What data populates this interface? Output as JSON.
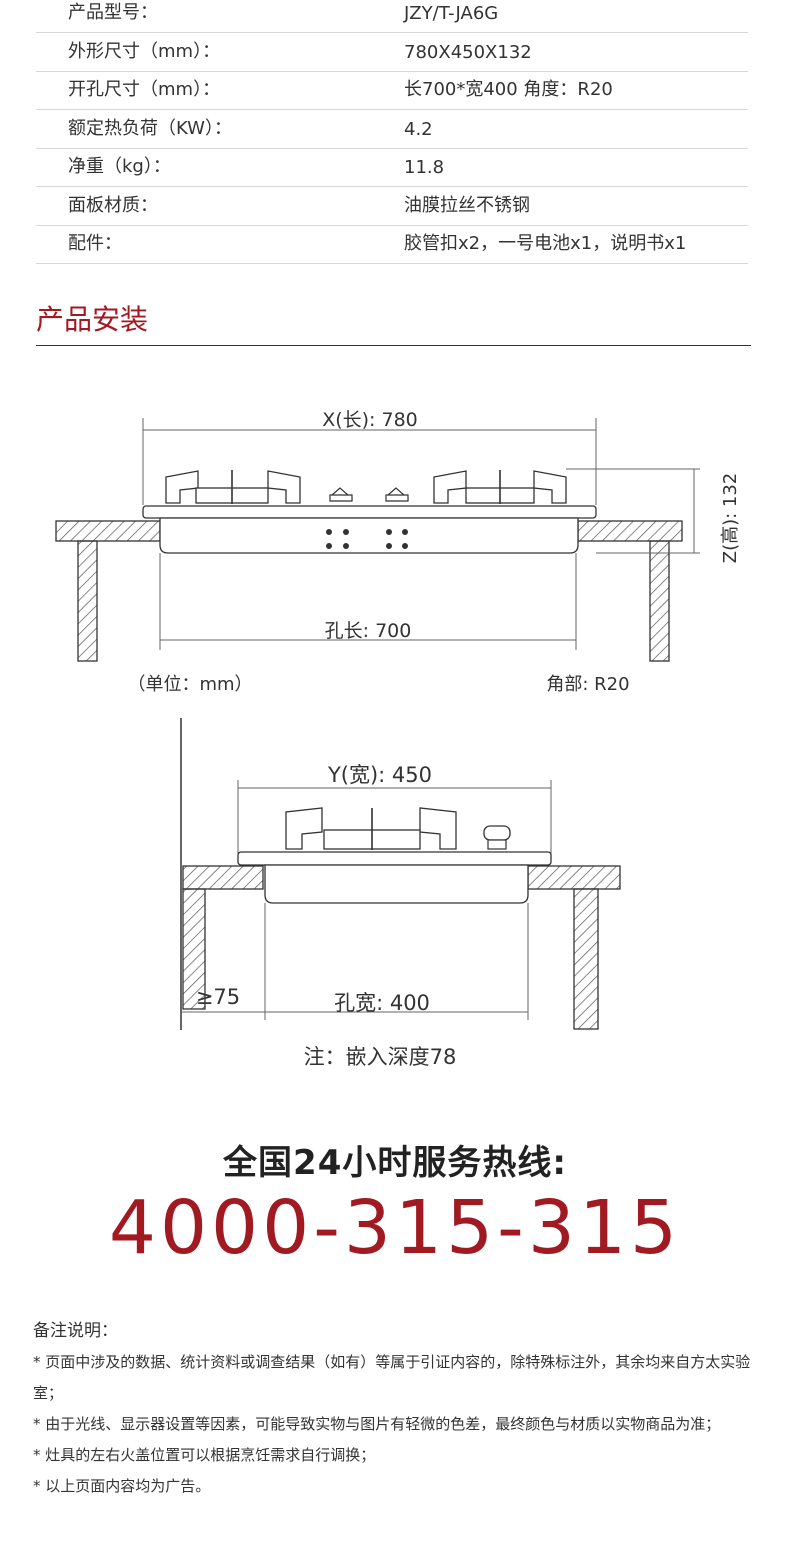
{
  "specs": [
    {
      "label": "产品型号：",
      "value": "JZY/T-JA6G"
    },
    {
      "label": "外形尺寸（mm）：",
      "value": "780X450X132"
    },
    {
      "label": "开孔尺寸（mm）：",
      "value": "长700*宽400  角度：R20"
    },
    {
      "label": "额定热负荷（KW）：",
      "value": "4.2"
    },
    {
      "label": "净重（kg）：",
      "value": "11.8"
    },
    {
      "label": "面板材质：",
      "value": "油膜拉丝不锈钢"
    },
    {
      "label": "配件：",
      "value": "胶管扣x2，一号电池x1，说明书x1"
    }
  ],
  "section_title": "产品安装",
  "diagram": {
    "x_label": "X(长): 780",
    "hole_length_label": "孔长: 700",
    "z_label": "Z(高): 132",
    "unit_label": "（单位：mm）",
    "corner_label": "角部: R20",
    "y_label": "Y(宽): 450",
    "hole_width_label": "孔宽: 400",
    "clearance_label": "≥75",
    "note_label": "注：嵌入深度78"
  },
  "hotline": {
    "label": "全国24小时服务热线:",
    "number": "4000-315-315"
  },
  "notes": {
    "title": "备注说明：",
    "items": [
      "* 页面中涉及的数据、统计资料或调查结果（如有）等属于引证内容的，除特殊标注外，其余均来自方太实验室；",
      "* 由于光线、显示器设置等因素，可能导致实物与图片有轻微的色差，最终颜色与材质以实物商品为准；",
      "* 灶具的左右火盖位置可以根据烹饪需求自行调换；",
      "* 以上页面内容均为广告。"
    ]
  },
  "colors": {
    "accent": "#a11a22",
    "text": "#333333",
    "divider": "#d8d8d8"
  }
}
